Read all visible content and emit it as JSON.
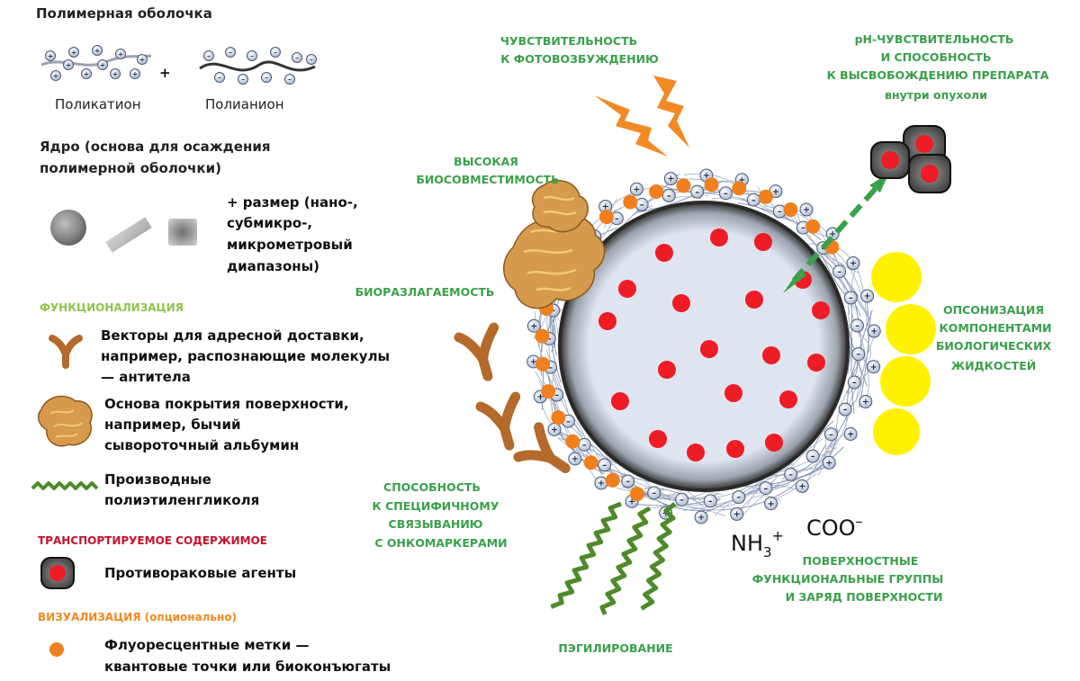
{
  "colors": {
    "callout_green": "#3aa04a",
    "functionalization_green": "#8dc44b",
    "transport_red": "#c8102e",
    "visualization_orange": "#f08a24",
    "fluorescent_orange": "#f07f1e",
    "drug_red": "#ee1c25",
    "opsonin_yellow": "#fff200",
    "peg_green": "#4e8a2a",
    "antibody_brown": "#b36a2a",
    "core_fill": "#dde3ef"
  },
  "legend": {
    "shell_title": "Полимерная оболочка",
    "polycation": "Поликатион",
    "polyanion": "Полианион",
    "plus_sign": "+",
    "core_title_1": "Ядро (основа для осаждения",
    "core_title_2": "полимерной оболочки)",
    "size_1": "+ размер (нано-,",
    "size_2": "субмикро-,",
    "size_3": "микрометровый",
    "size_4": "диапазоны)",
    "functionalization": "ФУНКЦИОНАЛИЗАЦИЯ",
    "vectors_1": "Векторы для адресной доставки,",
    "vectors_2": "например, распознающие молекулы",
    "vectors_3": "— антитела",
    "coating_1": "Основа покрытия поверхности,",
    "coating_2": "например, бычий",
    "coating_3": "сывороточный альбумин",
    "peg_1": "Производные",
    "peg_2": "полиэтиленгликоля",
    "transported": "ТРАНСПОРТИРУЕМОЕ  СОДЕРЖИМОЕ",
    "anticancer": "Противораковые агенты",
    "visualization": "ВИЗУАЛИЗАЦИЯ  (опционально)",
    "fluoro_1": "Флуоресцентные метки —",
    "fluoro_2": "квантовые точки или биоконъюгаты"
  },
  "callouts": {
    "photo_1": "ЧУВСТВИТЕЛЬНОСТЬ",
    "photo_2": "К ФОТОВОЗБУЖДЕНИЮ",
    "ph_1": "pH-ЧУВСТВИТЕЛЬНОСТЬ",
    "ph_2": "И СПОСОБНОСТЬ",
    "ph_3": "К ВЫСВОБОЖДЕНИЮ   ПРЕПАРАТА",
    "ph_4": "внутри опухоли",
    "biocompat_1": "ВЫСОКАЯ",
    "biocompat_2": "БИОСОВМЕСТИМОСТЬ",
    "biodegrad": "БИОРАЗЛАГАЕМОСТЬ",
    "opson_1": "ОПСОНИЗАЦИЯ",
    "opson_2": "КОМПОНЕНТАМИ",
    "opson_3": "БИОЛОГИЧЕСКИХ",
    "opson_4": "ЖИДКОСТЕЙ",
    "binding_1": "СПОСОБНОСТЬ",
    "binding_2": "К  СПЕЦИФИЧНОМУ",
    "binding_3": "СВЯЗЫВАНИЮ",
    "binding_4": "С ОНКОМАРКЕРАМИ",
    "surface_1": "ПОВЕРХНОСТНЫЕ",
    "surface_2": "ФУНКЦИОНАЛЬНЫЕ  ГРУППЫ",
    "surface_3": "И ЗАРЯД ПОВЕРХНОСТИ",
    "pegylation": "ПЭГИЛИРОВАНИЕ"
  },
  "chem": {
    "coo_base": "COO",
    "coo_charge": "–",
    "nh3_base": "NH",
    "nh3_sub": "3",
    "nh3_charge": "+"
  },
  "glyphs": {
    "plus": "+",
    "minus": "–"
  }
}
